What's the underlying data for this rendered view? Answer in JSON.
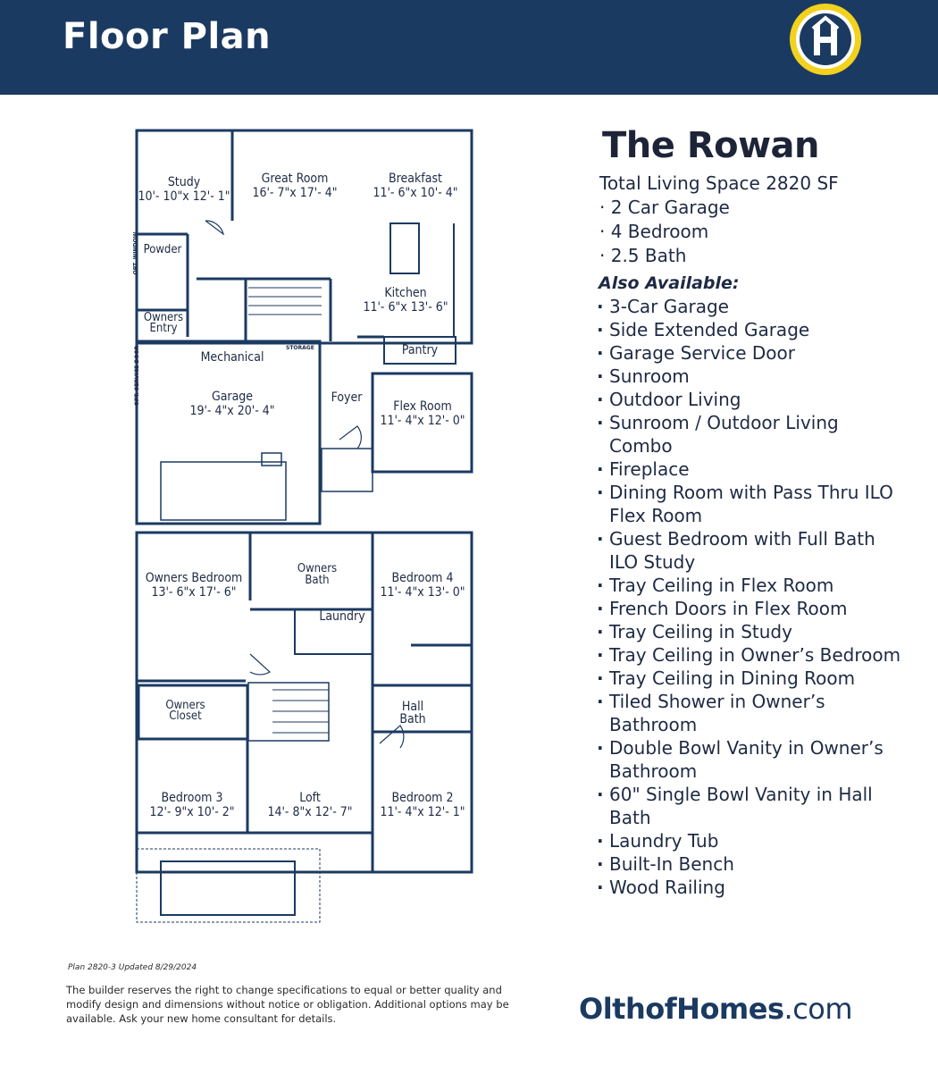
{
  "header": {
    "title": "Floor Plan",
    "logo_letter": "H"
  },
  "colors": {
    "header_bg": "#1b3a62",
    "accent_yellow": "#f2d21c",
    "plan_line": "#1b3a62"
  },
  "plan": {
    "rooms": {
      "study": {
        "name": "Study",
        "dims": "10'- 10\"x 12'- 1\""
      },
      "great_room": {
        "name": "Great Room",
        "dims": "16'- 7\"x 17'- 4\""
      },
      "breakfast": {
        "name": "Breakfast",
        "dims": "11'- 6\"x 10'- 4\""
      },
      "powder": {
        "name": "Powder"
      },
      "owners_entry": {
        "name": "Owners\nEntry",
        "line1": "Owners",
        "line2": "Entry"
      },
      "kitchen": {
        "name": "Kitchen",
        "dims": "11'- 6\"x 13'- 6\""
      },
      "pantry": {
        "name": "Pantry"
      },
      "mechanical": {
        "name": "Mechanical"
      },
      "storage": {
        "name": "STORAGE"
      },
      "garage": {
        "name": "Garage",
        "dims": "19'- 4\"x 20'- 4\""
      },
      "foyer": {
        "name": "Foyer"
      },
      "flex_room": {
        "name": "Flex Room",
        "dims": "11'- 4\"x 12'- 0\""
      },
      "owners_bedroom": {
        "name": "Owners Bedroom",
        "dims": "13'- 6\"x 17'- 6\""
      },
      "owners_bath": {
        "line1": "Owners",
        "line2": "Bath"
      },
      "bedroom4": {
        "name": "Bedroom 4",
        "dims": "11'- 4\"x 13'- 0\""
      },
      "laundry": {
        "name": "Laundry"
      },
      "owners_closet": {
        "line1": "Owners",
        "line2": "Closet"
      },
      "hall_bath": {
        "line1": "Hall",
        "line2": "Bath"
      },
      "bedroom3": {
        "name": "Bedroom 3",
        "dims": "12'- 9\"x 10'- 2\""
      },
      "loft": {
        "name": "Loft",
        "dims": "14'- 8\"x 12'- 7\""
      },
      "bedroom2": {
        "name": "Bedroom 2",
        "dims": "11'- 4\"x 12'- 1\""
      }
    },
    "notes": {
      "opt_window": "OPT. WINDOW",
      "opt_service_door": "OPT. SERVICE DOOR"
    }
  },
  "details": {
    "name": "The Rowan",
    "specs": [
      "Total Living Space 2820 SF",
      "· 2 Car Garage",
      "· 4 Bedroom",
      "· 2.5 Bath"
    ],
    "also_available_heading": "Also Available:",
    "options": [
      "3-Car Garage",
      "Side Extended Garage",
      "Garage Service Door",
      "Sunroom",
      "Outdoor Living",
      "Sunroom / Outdoor Living Combo",
      "Fireplace",
      "Dining Room with Pass Thru ILO Flex Room",
      "Guest Bedroom with Full Bath ILO Study",
      "Tray Ceiling in Flex Room",
      "French Doors in Flex Room",
      "Tray Ceiling in Study",
      "Tray Ceiling in Owner’s Bedroom",
      "Tray Ceiling in Dining Room",
      "Tiled Shower in Owner’s Bathroom",
      "Double Bowl Vanity in Owner’s Bathroom",
      "60\" Single Bowl Vanity in Hall Bath",
      "Laundry Tub",
      "Built-In Bench",
      "Wood Railing"
    ]
  },
  "footer": {
    "plan_note": "Plan 2820-3 Updated 8/29/2024",
    "disclaimer": "The builder reserves the right to change specifications to equal or better quality and modify design and dimensions without notice or obligation. Additional options may be available. Ask your new home consultant for details.",
    "site_brand": "OlthofHomes",
    "site_tld": ".com"
  }
}
